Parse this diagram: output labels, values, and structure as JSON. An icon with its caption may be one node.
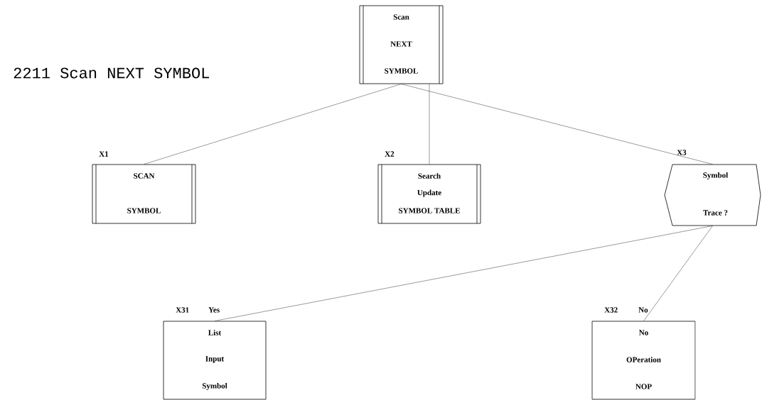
{
  "diagram": {
    "title": "2211 Scan NEXT SYMBOL",
    "nodes": [
      {
        "text": [
          "Scan",
          "NEXT",
          "SYMBOL"
        ]
      },
      {
        "text": [
          "SCAN",
          "SYMBOL"
        ],
        "beside": [
          "X1"
        ]
      },
      {
        "text": [
          "Search",
          "Update",
          "SYMBOL TABLE"
        ],
        "beside": [
          "X2"
        ]
      },
      {
        "text": [
          "Symbol",
          "Trace ?"
        ],
        "beside": [
          "X3"
        ]
      },
      {
        "text": [
          "List",
          "Input",
          "Symbol"
        ],
        "beside": [
          "X31",
          "Yes"
        ]
      },
      {
        "text": [
          "No",
          "OPeration",
          "NOP"
        ],
        "beside": [
          "X32",
          "No"
        ]
      }
    ],
    "edges": [
      {
        "from": 0,
        "to": 1,
        "arrow": "none"
      },
      {
        "from": 0,
        "to": 2,
        "arrow": "none"
      },
      {
        "from": 0,
        "to": 3,
        "arrow": "none"
      },
      {
        "from": 3,
        "to": 4,
        "arrow": "none"
      },
      {
        "from": 3,
        "to": 5,
        "arrow": "none"
      }
    ]
  }
}
